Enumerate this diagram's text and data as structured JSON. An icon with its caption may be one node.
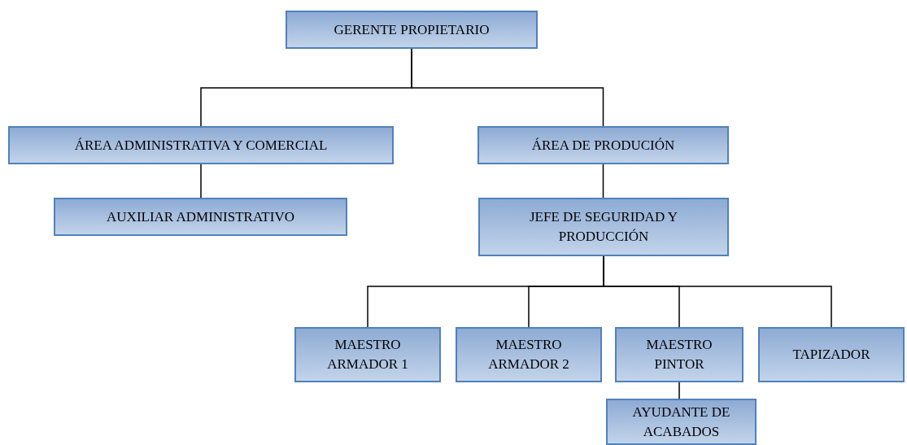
{
  "diagram": {
    "nodes": [
      {
        "text": [
          "GERENTE PROPIETARIO"
        ]
      },
      {
        "text": [
          "ÁREA ADMINISTRATIVA Y COMERCIAL"
        ]
      },
      {
        "text": [
          "ÁREA DE PRODUCIÓN"
        ]
      },
      {
        "text": [
          "AUXILIAR ADMINISTRATIVO"
        ]
      },
      {
        "text": [
          "JEFE DE SEGURIDAD Y PRODUCCIÓN"
        ]
      },
      {
        "text": [
          "MAESTRO ARMADOR 1"
        ]
      },
      {
        "text": [
          "MAESTRO ARMADOR 2"
        ]
      },
      {
        "text": [
          "MAESTRO PINTOR"
        ]
      },
      {
        "text": [
          "TAPIZADOR"
        ]
      },
      {
        "text": [
          "AYUDANTE DE ACABADOS"
        ]
      }
    ],
    "edges": [
      {
        "from": 0,
        "to": 1,
        "arrow": "none"
      },
      {
        "from": 0,
        "to": 2,
        "arrow": "none"
      },
      {
        "from": 1,
        "to": 3,
        "arrow": "none"
      },
      {
        "from": 2,
        "to": 4,
        "arrow": "none"
      },
      {
        "from": 4,
        "to": 5,
        "arrow": "none"
      },
      {
        "from": 4,
        "to": 6,
        "arrow": "none"
      },
      {
        "from": 4,
        "to": 7,
        "arrow": "none"
      },
      {
        "from": 4,
        "to": 8,
        "arrow": "none"
      },
      {
        "from": 7,
        "to": 9,
        "arrow": "none"
      }
    ]
  }
}
